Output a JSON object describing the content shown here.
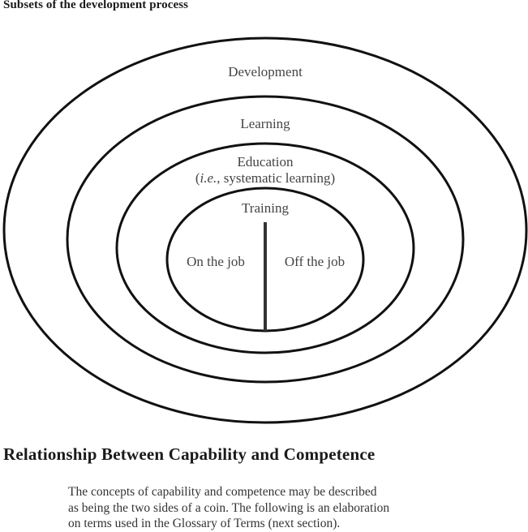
{
  "figure": {
    "caption": "Subsets of the development process",
    "rings": {
      "development": "Development",
      "learning": "Learning",
      "education": "Education",
      "education_note_abbrev": "i.e.",
      "education_note_rest": ", systematic learning)",
      "training": "Training"
    },
    "training_split": {
      "left": "On the job",
      "right": "Off the job"
    }
  },
  "section": {
    "heading": "Relationship Between Capability and Competence",
    "paragraph_lines": [
      "The concepts of capability and competence may be described",
      "as being the two sides of a coin. The following is an elaboration",
      "on terms used in the Glossary of Terms (next section)."
    ]
  }
}
